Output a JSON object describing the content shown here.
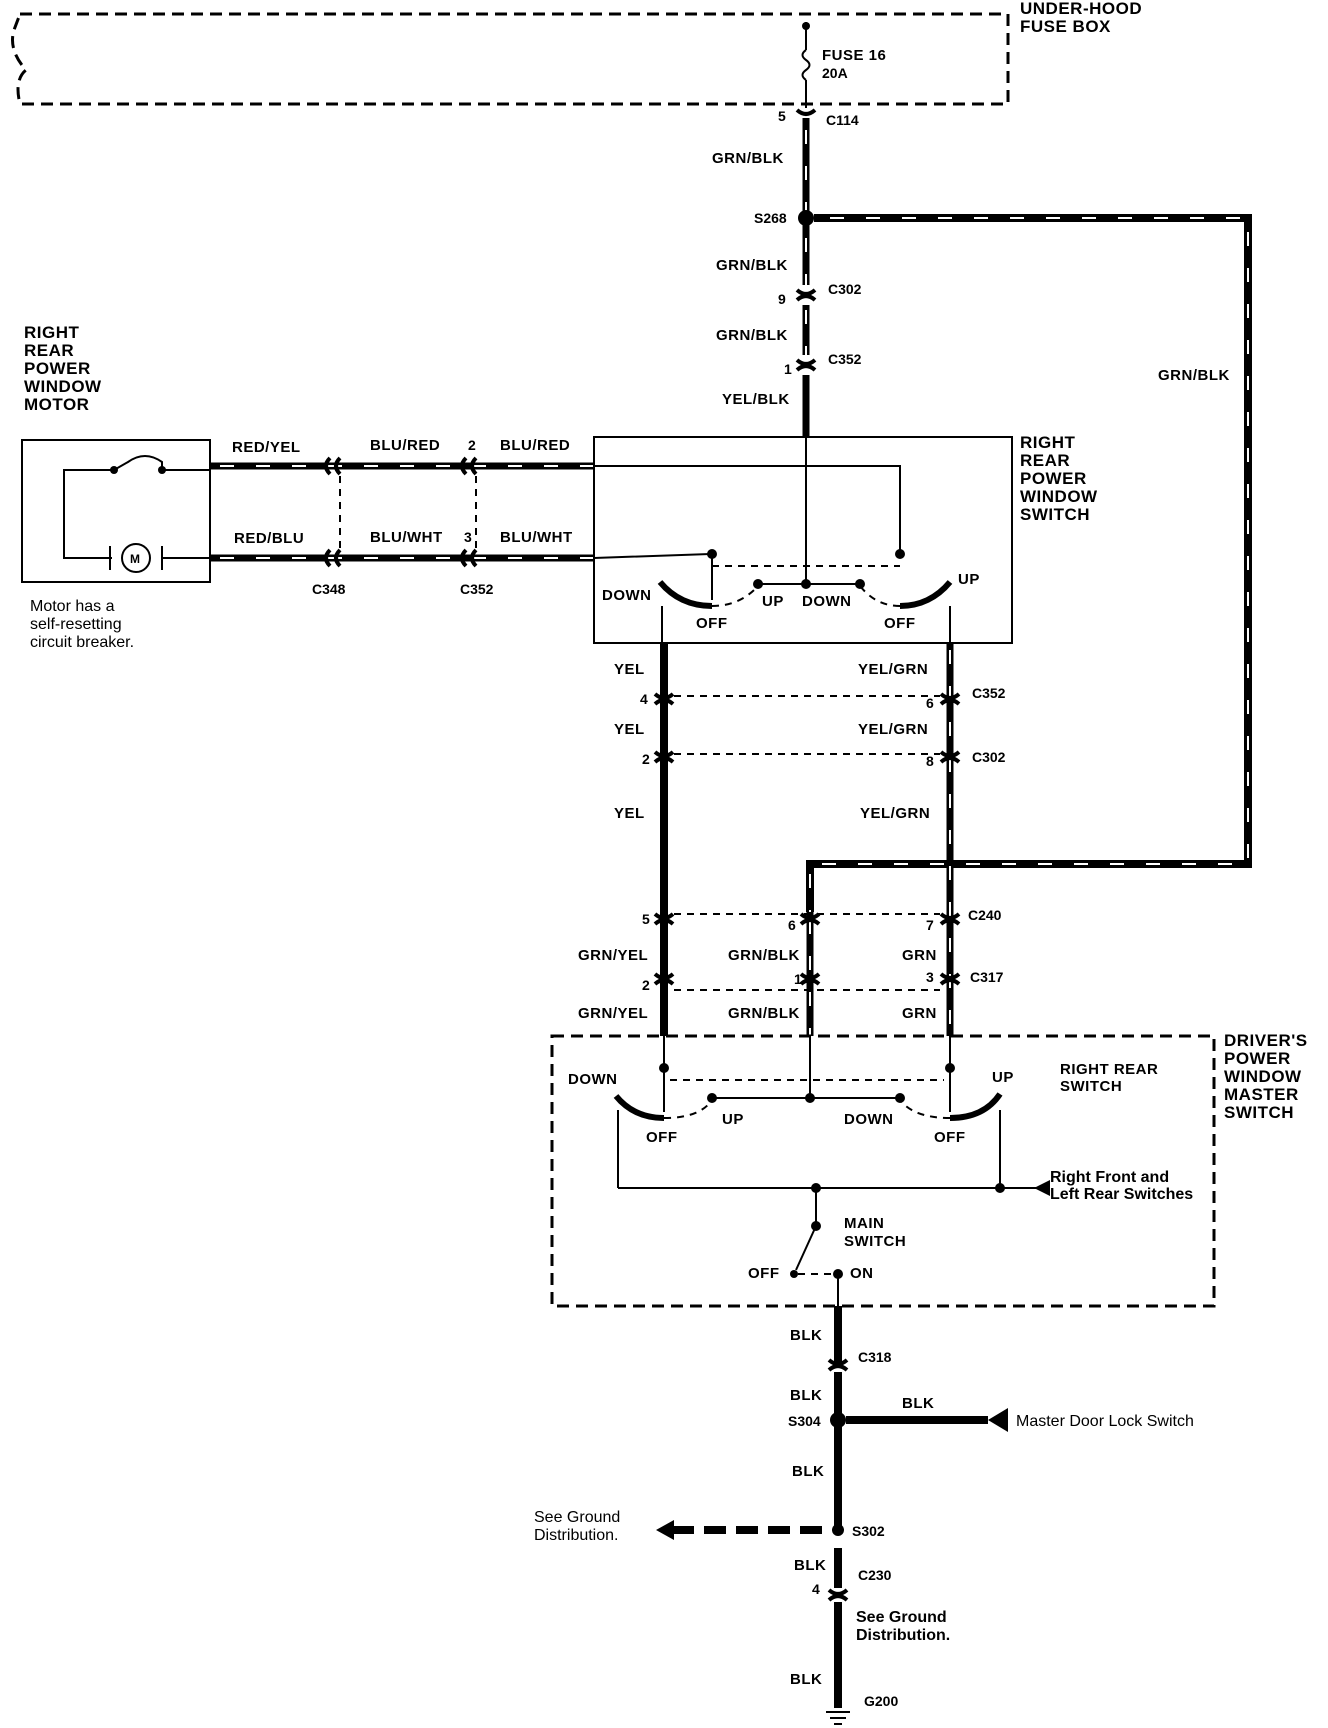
{
  "components": {
    "fuse_box": {
      "title_lines": [
        "UNDER-HOOD",
        "FUSE BOX"
      ],
      "fuse_name": "FUSE 16",
      "fuse_rating": "20A"
    },
    "motor": {
      "title_lines": [
        "RIGHT",
        "REAR",
        "POWER",
        "WINDOW",
        "MOTOR"
      ],
      "symbol": "M",
      "note_lines": [
        "Motor has a",
        "self-resetting",
        "circuit breaker."
      ]
    },
    "rr_switch": {
      "title_lines": [
        "RIGHT",
        "REAR",
        "POWER",
        "WINDOW",
        "SWITCH"
      ],
      "down": "DOWN",
      "up": "UP",
      "off_left": "OFF",
      "off_right": "OFF",
      "mid_up": "UP",
      "mid_down": "DOWN"
    },
    "master": {
      "title_lines": [
        "DRIVER'S",
        "POWER",
        "WINDOW",
        "MASTER",
        "SWITCH"
      ],
      "sub_lines": [
        "RIGHT REAR",
        "SWITCH"
      ],
      "down": "DOWN",
      "up": "UP",
      "off_left": "OFF",
      "off_right": "OFF",
      "mid_up": "UP",
      "mid_down": "DOWN",
      "other_lines": [
        "Right Front and",
        "Left Rear Switches"
      ],
      "main_lines": [
        "MAIN",
        "SWITCH"
      ],
      "main_off": "OFF",
      "main_on": "ON"
    },
    "master_door_lock": "Master Door Lock Switch",
    "ground_dist_left_lines": [
      "See Ground",
      "Distribution."
    ],
    "ground_dist_right_lines": [
      "See Ground",
      "Distribution."
    ]
  },
  "wires": {
    "grn_blk_1": "GRN/BLK",
    "grn_blk_2": "GRN/BLK",
    "grn_blk_3": "GRN/BLK",
    "grn_blk_side": "GRN/BLK",
    "yel_blk": "YEL/BLK",
    "red_yel": "RED/YEL",
    "red_blu": "RED/BLU",
    "blu_red_1": "BLU/RED",
    "blu_red_2": "BLU/RED",
    "blu_wht_1": "BLU/WHT",
    "blu_wht_2": "BLU/WHT",
    "yel_1": "YEL",
    "yel_2": "YEL",
    "yel_3": "YEL",
    "yel_grn_1": "YEL/GRN",
    "yel_grn_2": "YEL/GRN",
    "yel_grn_3": "YEL/GRN",
    "grn_yel_1": "GRN/YEL",
    "grn_yel_2": "GRN/YEL",
    "grn_blk_4": "GRN/BLK",
    "grn_blk_5": "GRN/BLK",
    "grn_1": "GRN",
    "grn_2": "GRN",
    "blk_1": "BLK",
    "blk_2": "BLK",
    "blk_3": "BLK",
    "blk_4": "BLK",
    "blk_5": "BLK",
    "blk_side": "BLK"
  },
  "connectors": {
    "c114": "C114",
    "s268": "S268",
    "c302_top": "C302",
    "c352_top": "C352",
    "c348": "C348",
    "c352_mid": "C352",
    "c352_right": "C352",
    "c302_right": "C302",
    "c240": "C240",
    "c317": "C317",
    "c318": "C318",
    "s304": "S304",
    "s302": "S302",
    "c230": "C230",
    "g200": "G200"
  },
  "pins": {
    "c114": "5",
    "c302_top": "9",
    "c352_top": "1",
    "c352_a": "2",
    "c352_b": "3",
    "yel_c352": "4",
    "yel_c302": "2",
    "yg_c352": "6",
    "yg_c302": "8",
    "c240_a": "5",
    "c240_b": "6",
    "c240_c": "7",
    "c317_a": "2",
    "c317_b": "1",
    "c317_c": "3",
    "c230": "4"
  }
}
